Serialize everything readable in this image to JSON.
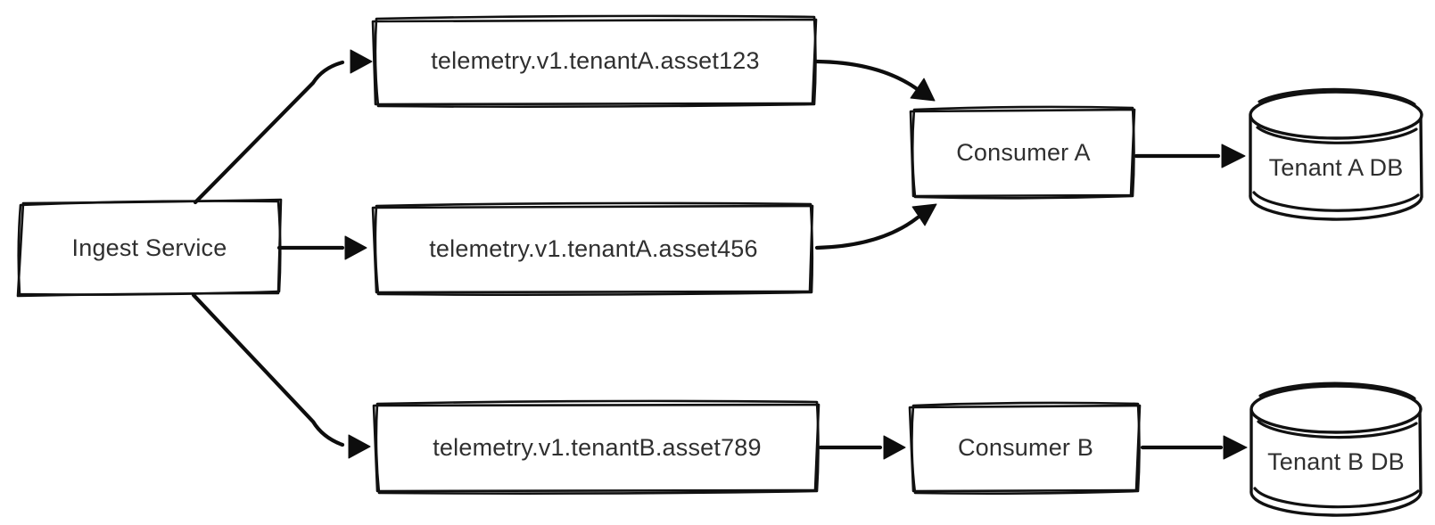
{
  "diagram": {
    "background": "#ffffff",
    "stroke_color": "#111111",
    "text_color": "#2f2f2f",
    "style": "hand-drawn sketch flowchart",
    "nodes": {
      "ingest_service": {
        "label": "Ingest Service",
        "shape": "rectangle"
      },
      "topic_tenant_a_asset123": {
        "label": "telemetry.v1.tenantA.asset123",
        "shape": "rectangle"
      },
      "topic_tenant_a_asset456": {
        "label": "telemetry.v1.tenantA.asset456",
        "shape": "rectangle"
      },
      "topic_tenant_b_asset789": {
        "label": "telemetry.v1.tenantB.asset789",
        "shape": "rectangle"
      },
      "consumer_a": {
        "label": "Consumer A",
        "shape": "rectangle"
      },
      "consumer_b": {
        "label": "Consumer B",
        "shape": "rectangle"
      },
      "tenant_a_db": {
        "label": "Tenant A DB",
        "shape": "cylinder"
      },
      "tenant_b_db": {
        "label": "Tenant B DB",
        "shape": "cylinder"
      }
    },
    "edges": [
      {
        "from": "Ingest Service",
        "to": "telemetry.v1.tenantA.asset123"
      },
      {
        "from": "Ingest Service",
        "to": "telemetry.v1.tenantA.asset456"
      },
      {
        "from": "Ingest Service",
        "to": "telemetry.v1.tenantB.asset789"
      },
      {
        "from": "telemetry.v1.tenantA.asset123",
        "to": "Consumer A"
      },
      {
        "from": "telemetry.v1.tenantA.asset456",
        "to": "Consumer A"
      },
      {
        "from": "telemetry.v1.tenantB.asset789",
        "to": "Consumer B"
      },
      {
        "from": "Consumer A",
        "to": "Tenant A DB"
      },
      {
        "from": "Consumer B",
        "to": "Tenant B DB"
      }
    ]
  }
}
